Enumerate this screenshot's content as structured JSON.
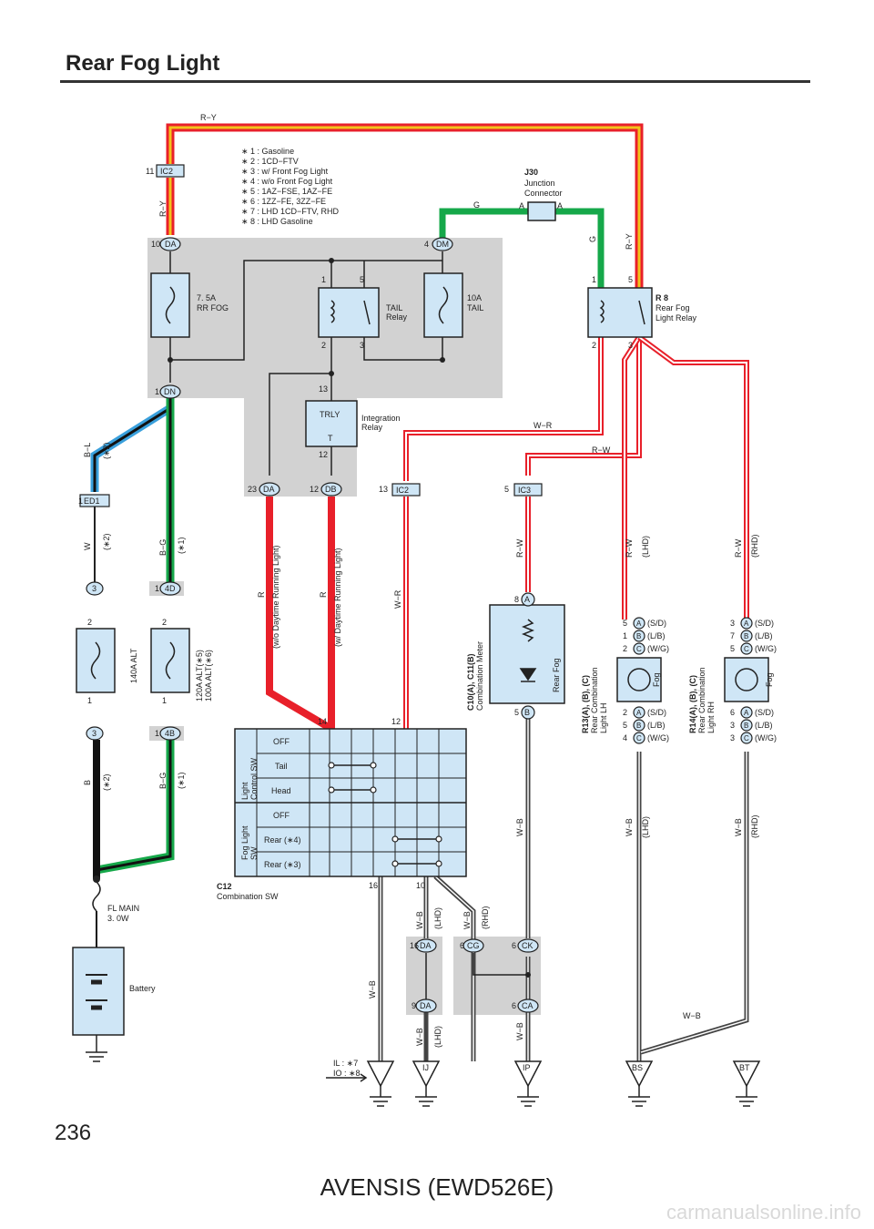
{
  "title": "Rear Fog Light",
  "page_number": "236",
  "footer": "AVENSIS (EWD526E)",
  "watermark": "carmanualsonline.info",
  "notes": [
    "∗ 1 : Gasoline",
    "∗ 2 : 1CD−FTV",
    "∗ 3 : w/ Front Fog Light",
    "∗ 4 : w/o Front Fog Light",
    "∗ 5 : 1AZ−FSE,  1AZ−FE",
    "∗ 6 : 1ZZ−FE,  3ZZ−FE",
    "∗ 7 : LHD 1CD−FTV,  RHD",
    "∗ 8 : LHD Gasoline"
  ],
  "connectors": {
    "ic2_top": "IC2",
    "da": "DA",
    "dm": "DM",
    "dn": "DN",
    "ed1": "ED1",
    "da23": "DA",
    "db": "DB",
    "ic2_13": "IC2",
    "ic3": "IC3",
    "c3a": "3",
    "c4d": "4D",
    "c3b": "3",
    "c4b": "4B",
    "da16": "DA",
    "cg": "CG",
    "ck": "CK",
    "da9": "DA",
    "ca": "CA",
    "a": "A",
    "b": "B"
  },
  "components": {
    "fuse_rrfog": [
      "7. 5A",
      "RR FOG"
    ],
    "tail_relay": [
      "TAIL",
      "Relay"
    ],
    "fuse_tail": [
      "10A",
      "TAIL"
    ],
    "r8": [
      "R 8",
      "Rear Fog",
      "Light Relay"
    ],
    "j30": [
      "J30",
      "Junction",
      "Connector"
    ],
    "integration": [
      "Integration",
      "Relay"
    ],
    "trly": "TRLY",
    "trly_t": "T",
    "alt1": "140A ALT",
    "alt2": [
      "120A ALT(∗5)",
      "100A ALT(∗6)"
    ],
    "fl_main": [
      "FL MAIN",
      "3. 0W"
    ],
    "battery": "Battery",
    "c12": [
      "C12",
      "Combination SW"
    ],
    "meter": [
      "C10(A), C11(B)",
      "Combination Meter"
    ],
    "meter_inner": "Rear Fog",
    "r13": [
      "R13(A), (B), (C)",
      "Rear Combination",
      "Light LH"
    ],
    "r14": [
      "R14(A), (B), (C)",
      "Rear Combination",
      "Light RH"
    ],
    "fog": "Fog",
    "light_sw": [
      "Light",
      "Control SW"
    ],
    "fog_sw": [
      "Fog Light",
      "SW"
    ]
  },
  "switch_rows": [
    "OFF",
    "Tail",
    "Head",
    "OFF",
    "Rear (∗4)",
    "Rear (∗3)"
  ],
  "wire_labels": {
    "ry": "R−Y",
    "g": "G",
    "bl": "B−L",
    "w": "W",
    "bg": "B−G",
    "b": "B",
    "r": "R",
    "wr": "W−R",
    "rw": "R−W",
    "wb": "W−B"
  },
  "qualifiers": {
    "s2": "(∗2)",
    "s1": "(∗1)",
    "lhd": "(LHD)",
    "rhd": "(RHD)",
    "wo_drl": "(w/o Daytime Running Light)",
    "w_drl": "(w/ Daytime Running Light)",
    "sd": "(S/D)",
    "lb": "(L/B)",
    "wg": "(W/G)"
  },
  "grounds": [
    "IJ",
    "IP",
    "BS",
    "BT"
  ],
  "ground_note": [
    "IL : ∗7",
    "IO : ∗8"
  ],
  "colors": {
    "red": "#e8202a",
    "yellow": "#f2c21c",
    "green": "#16a84a",
    "blue": "#3aa0dc",
    "black": "#111111",
    "grey_box": "#d2d2d2",
    "comp_fill": "#cfe6f6"
  }
}
